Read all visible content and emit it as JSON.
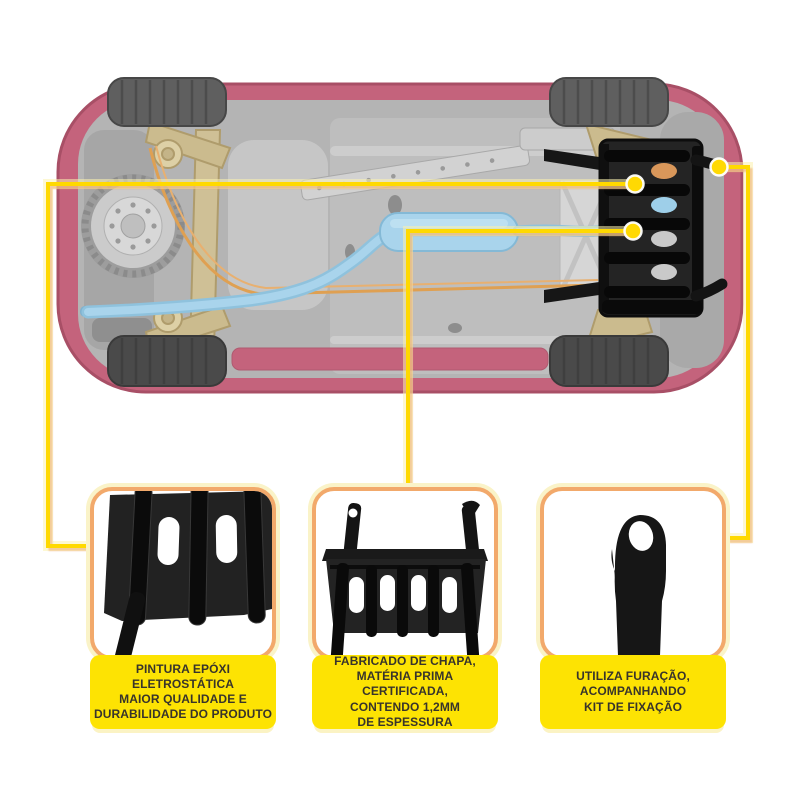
{
  "infographic": {
    "subject_image": "car-underside-photo-with-highlighted-skid-plate",
    "highlight_parts": [
      "pink-car-body",
      "blue-exhaust-system",
      "tan-suspension",
      "black-skid-plate",
      "gray-spare-wheel"
    ],
    "callouts": [
      {
        "image": "skid-plate-rib-closeup",
        "label": "PINTURA EPÓXI\nELETROSTÁTICA\nMAIOR QUALIDADE E\nDURABILIDADE DO PRODUTO"
      },
      {
        "image": "skid-plate-front-view",
        "label": "FABRICADO DE CHAPA,\nMATÉRIA PRIMA CERTIFICADA,\nCONTENDO 1,2MM\nDE ESPESSURA"
      },
      {
        "image": "mounting-bracket-closeup",
        "label": "UTILIZA FURAÇÃO,\nACOMPANHANDO\nKIT DE FIXAÇÃO"
      }
    ],
    "colors": {
      "callout_yellow": "#ffd903",
      "label_background": "#fde303",
      "label_text": "#38342b",
      "frame_border": "#f2a96b",
      "frame_halo": "#faf3c8",
      "car_body_pink": "#c4637c",
      "exhaust_blue": "#a9d4ec",
      "suspension_tan": "#cbbb8e",
      "skid_plate_black": "#1a1a1a"
    }
  }
}
